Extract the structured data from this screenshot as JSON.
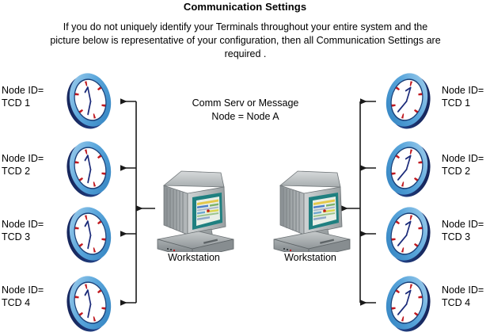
{
  "page": {
    "title": "Communication Settings",
    "intro": "If you do not uniquely identify your Terminals throughout your entire system and the picture below is representative of your configuration, then all Communication Settings are required .",
    "background_color": "#ffffff",
    "text_color": "#000000"
  },
  "center_caption": {
    "line1": "Comm Serv or Message",
    "line2": "Node = Node A"
  },
  "colors": {
    "clock_ring_light": "#7FB9E3",
    "clock_ring_mid": "#2E8BC8",
    "clock_ring_dark": "#19305E",
    "clock_face": "#FFFFFF",
    "clock_tick": "#C01A20",
    "clock_hand": "#1B2B7A",
    "monitor_body_light": "#C9CDCE",
    "monitor_body_mid": "#9BA1A3",
    "monitor_body_dark": "#6E7477",
    "screen_bezel": "#1F8080",
    "screen_content": "#E8EFE6",
    "connector_line": "#1A1A1A"
  },
  "left_group": {
    "nodes": [
      {
        "label_line1": "Node ID=",
        "label_line2": "TCD 1"
      },
      {
        "label_line1": "Node ID=",
        "label_line2": "TCD 2"
      },
      {
        "label_line1": "Node ID=",
        "label_line2": "TCD 3"
      },
      {
        "label_line1": "Node ID=",
        "label_line2": "TCD 4"
      }
    ],
    "workstation_caption": "Workstation"
  },
  "right_group": {
    "nodes": [
      {
        "label_line1": "Node ID=",
        "label_line2": "TCD 1"
      },
      {
        "label_line1": "Node ID=",
        "label_line2": "TCD 2"
      },
      {
        "label_line1": "Node ID=",
        "label_line2": "TCD 3"
      },
      {
        "label_line1": "Node ID=",
        "label_line2": "TCD 4"
      }
    ],
    "workstation_caption": "Workstation"
  },
  "icons": {
    "clock": "clock-icon",
    "workstation": "workstation-icon",
    "arrow": "arrow-icon"
  }
}
